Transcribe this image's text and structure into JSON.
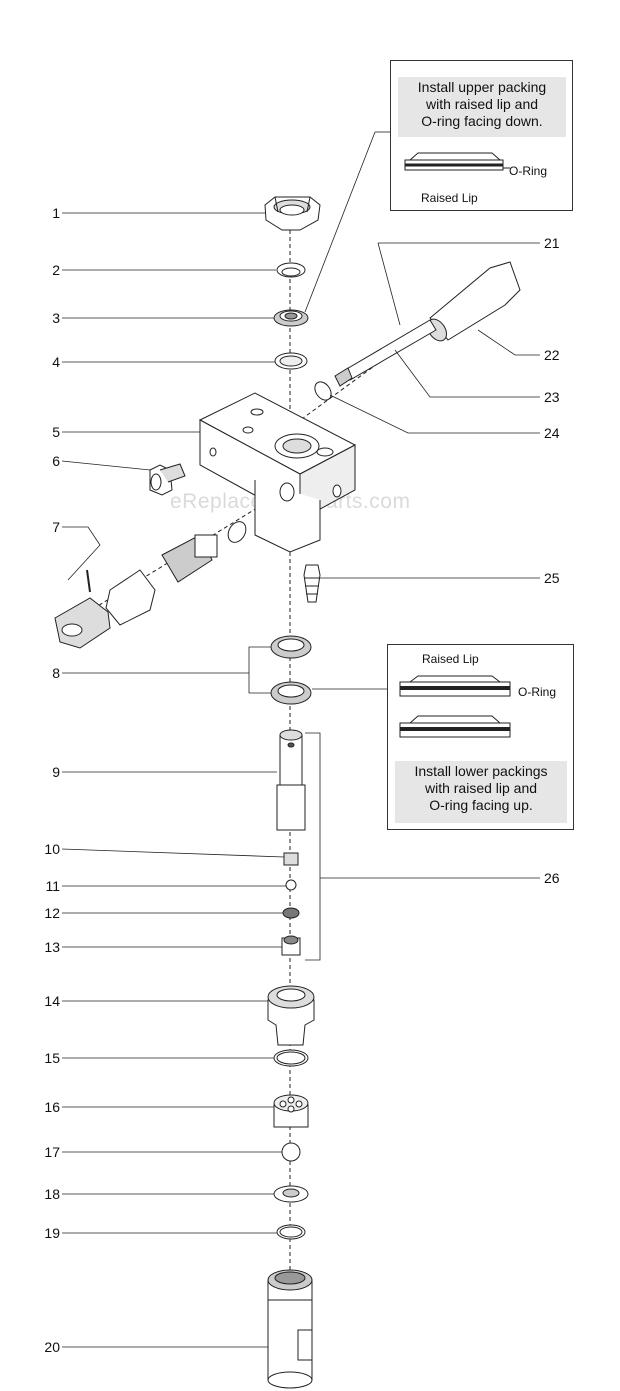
{
  "watermark": "eReplacementParts.com",
  "upper_note": {
    "text": "Install upper packing\nwith raised lip and\nO-ring facing down.",
    "o_ring_label": "O-Ring",
    "raised_lip_label": "Raised Lip"
  },
  "lower_note": {
    "raised_lip_label": "Raised Lip",
    "o_ring_label": "O-Ring",
    "text": "Install lower packings\nwith raised lip and\nO-ring facing up."
  },
  "callouts_left": [
    "1",
    "2",
    "3",
    "4",
    "5",
    "6",
    "7",
    "8",
    "9",
    "10",
    "11",
    "12",
    "13",
    "14",
    "15",
    "16",
    "17",
    "18",
    "19",
    "20"
  ],
  "callouts_right": [
    "21",
    "22",
    "23",
    "24",
    "25",
    "26"
  ],
  "colors": {
    "line": "#222222",
    "fill": "#ffffff",
    "shade": "#cfcfcf",
    "note_bg": "#e6e6e6"
  }
}
